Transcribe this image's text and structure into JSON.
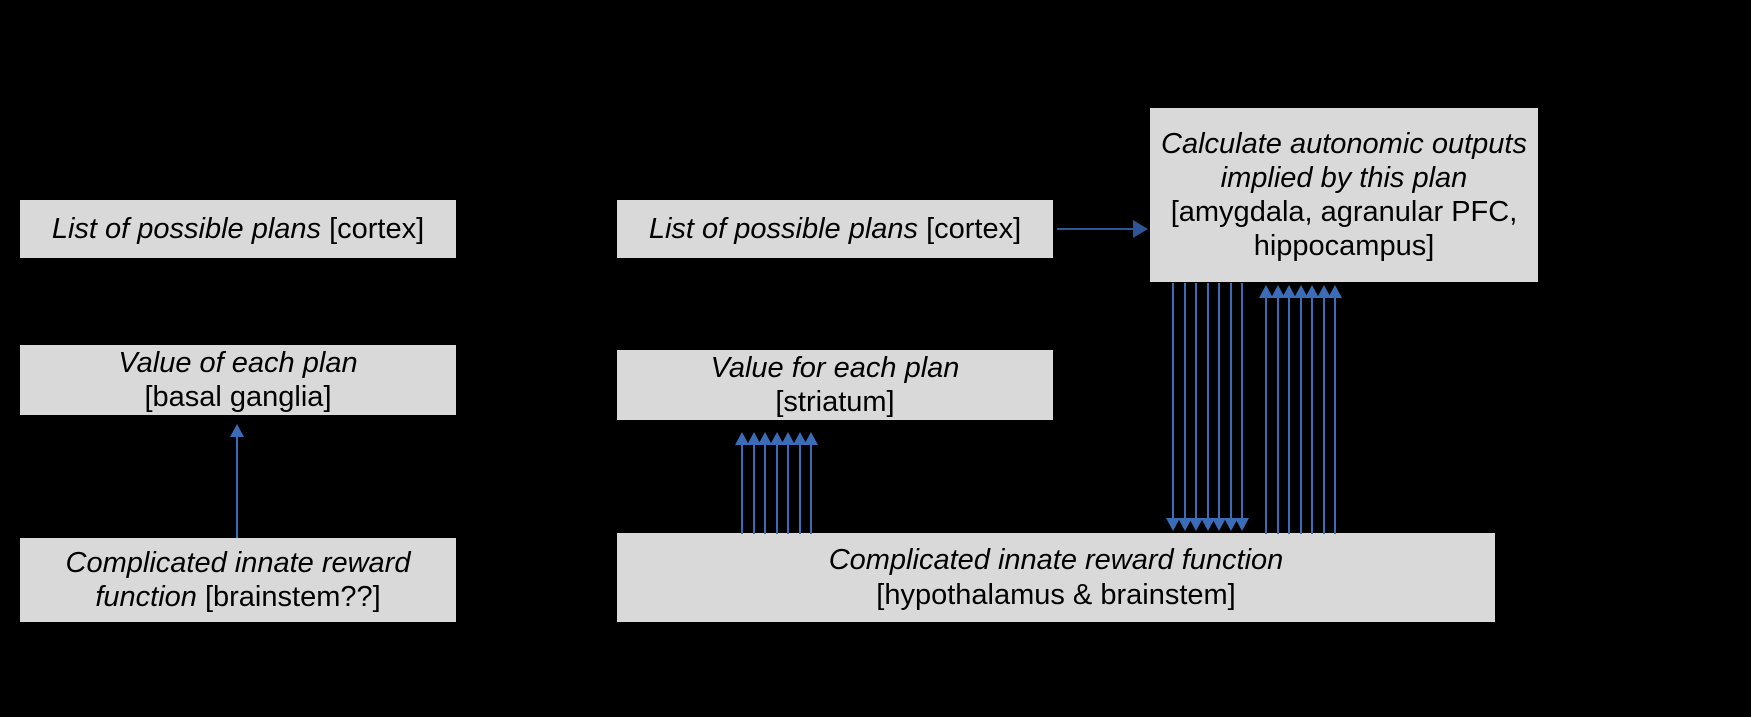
{
  "diagram": {
    "background_color": "#000000",
    "box_fill": "#d9d9d9",
    "arrow_color": "#3b6cb8",
    "arrow_color_dark": "#2e5596",
    "panels": [
      {
        "id": "left",
        "boxes": [
          {
            "name": "list-of-possible-plans",
            "emphasis": "List of possible plans",
            "bracket": " [cortex]"
          },
          {
            "name": "value-of-each-plan",
            "emphasis": "Value of each plan",
            "bracket": "[basal ganglia]"
          },
          {
            "name": "complicated-innate-reward-function",
            "emphasis": "Complicated innate reward",
            "emphasis2": "function",
            "bracket": " [brainstem??]"
          }
        ]
      },
      {
        "id": "right",
        "boxes": [
          {
            "name": "list-of-possible-plans",
            "emphasis": "List of possible plans",
            "bracket": " [cortex]"
          },
          {
            "name": "calculate-autonomic-outputs",
            "emphasis": "Calculate autonomic outputs implied by this plan",
            "bracket": " [amygdala, agranular PFC, hippocampus]"
          },
          {
            "name": "value-for-each-plan",
            "emphasis": "Value for each plan",
            "bracket": "[striatum]"
          },
          {
            "name": "complicated-innate-reward-function",
            "emphasis": "Complicated innate reward function",
            "bracket": "[hypothalamus & brainstem]"
          }
        ]
      }
    ],
    "left": {
      "plans_emphasis": "List of possible plans",
      "plans_bracket": " [cortex]",
      "value_emphasis": "Value of each plan",
      "value_bracket": "[basal ganglia]",
      "reward_emphasis_line1": "Complicated innate reward",
      "reward_emphasis_line2": "function",
      "reward_bracket": " [brainstem??]"
    },
    "right": {
      "plans_emphasis": "List of possible plans",
      "plans_bracket": " [cortex]",
      "calc_emphasis": "Calculate autonomic outputs implied by this plan",
      "calc_bracket": " [amygdala, agranular PFC, hippocampus]",
      "value_emphasis": "Value for each plan",
      "value_bracket": "[striatum]",
      "reward_emphasis": "Complicated innate reward function",
      "reward_bracket": "[hypothalamus & brainstem]"
    },
    "connectors": [
      {
        "name": "left-reward-to-value-arrow",
        "direction": "up",
        "count": 1
      },
      {
        "name": "right-plans-to-calc-arrow",
        "direction": "right",
        "count": 1
      },
      {
        "name": "right-reward-to-striatum-arrows",
        "direction": "up",
        "count": 7
      },
      {
        "name": "calc-to-reward-arrows",
        "direction": "down",
        "count": 7
      },
      {
        "name": "reward-to-calc-arrows",
        "direction": "up",
        "count": 7
      }
    ]
  }
}
